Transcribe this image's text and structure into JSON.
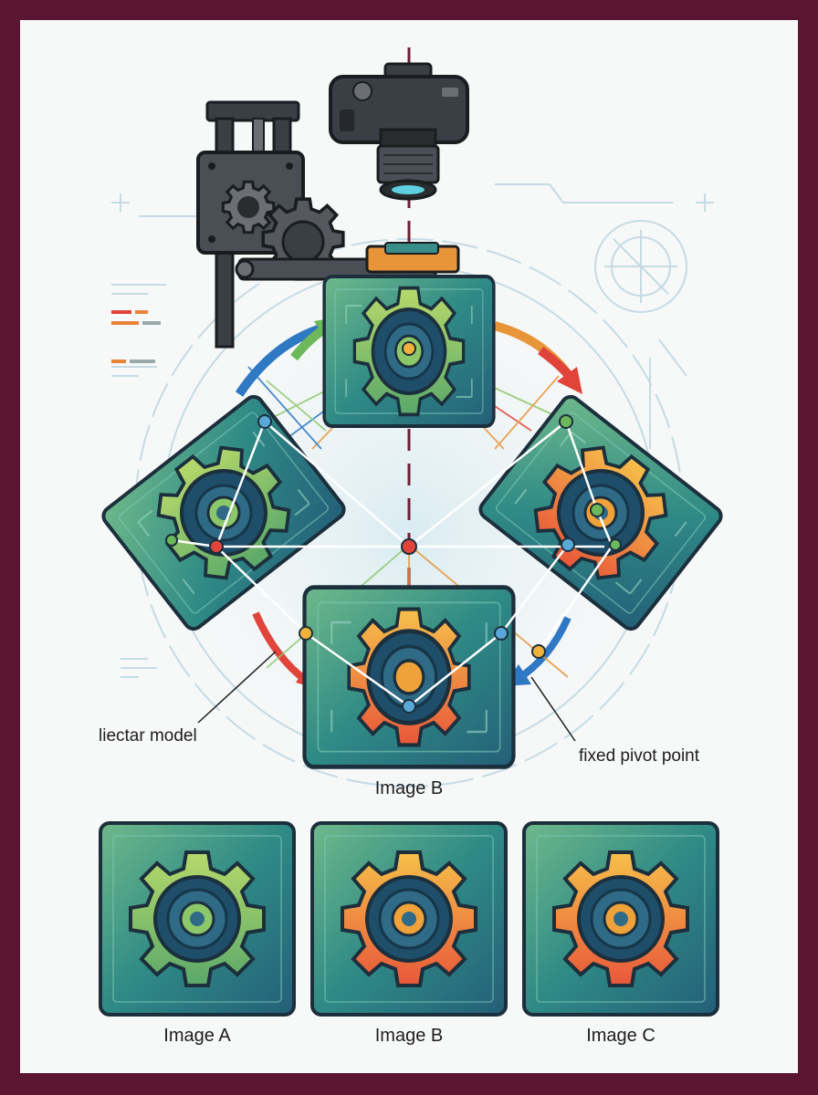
{
  "labels": {
    "model": "liectar model",
    "pivot": "fixed pivot point",
    "center_caption": "Image B"
  },
  "thumbnails": [
    {
      "caption": "Image A",
      "gear_color": "green"
    },
    {
      "caption": "Image B",
      "gear_color": "orange"
    },
    {
      "caption": "Image C",
      "gear_color": "orange"
    }
  ],
  "icons": [
    "camera-icon",
    "gear-icon",
    "rotation-arrow-icon",
    "pivot-point-icon",
    "motor-mount-icon"
  ],
  "colors": {
    "frame": "#5a1530",
    "card": "#3a8e8a",
    "gear_green": "#8cc76a",
    "gear_orange": "#f0913a",
    "arrow_red": "#e0443a",
    "arrow_blue": "#2f78c4"
  }
}
